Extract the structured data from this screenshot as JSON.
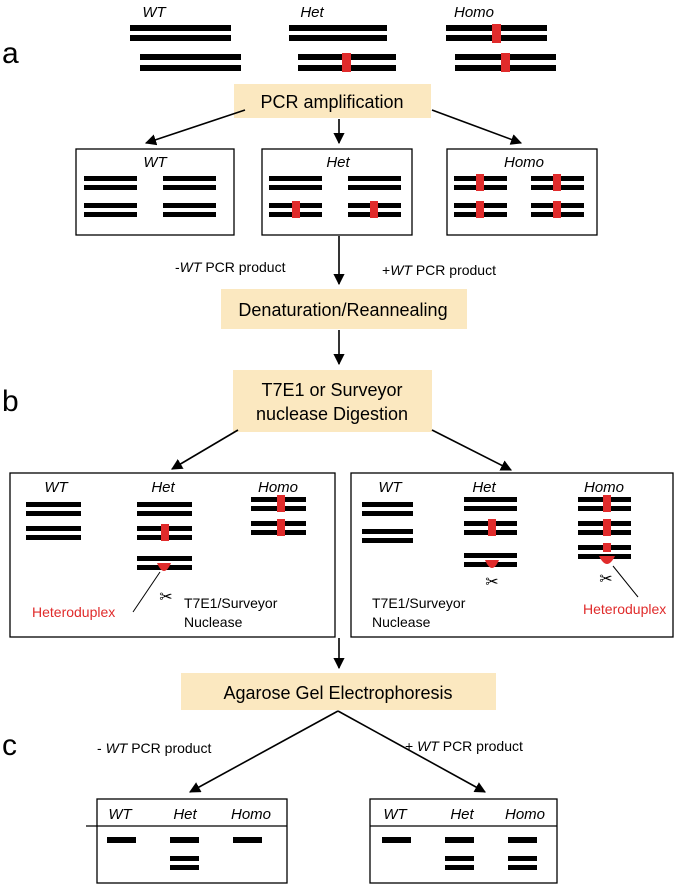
{
  "sections": {
    "a": "a",
    "b": "b",
    "c": "c"
  },
  "genotypes": {
    "wt": "WT",
    "het": "Het",
    "homo": "Homo"
  },
  "steps": {
    "pcr": "PCR amplification",
    "denature": "Denaturation/Reannealing",
    "digest_line1": "T7E1 or Surveyor",
    "digest_line2": "nuclease Digestion",
    "gel": "Agarose Gel Electrophoresis"
  },
  "branch_labels": {
    "minus_prefix": "-",
    "plus_prefix": "+",
    "minus_prefix_c": "- ",
    "plus_prefix_c": "+ ",
    "wt": "WT",
    "pcr_product": " PCR product"
  },
  "annotations": {
    "heteroduplex": "Heteroduplex",
    "nuclease_line1": "T7E1/Surveyor",
    "nuclease_line2": "Nuclease"
  },
  "colors": {
    "mismatch": "#e02b2b",
    "step_box": "#fbe8c0",
    "dna": "#000000"
  }
}
